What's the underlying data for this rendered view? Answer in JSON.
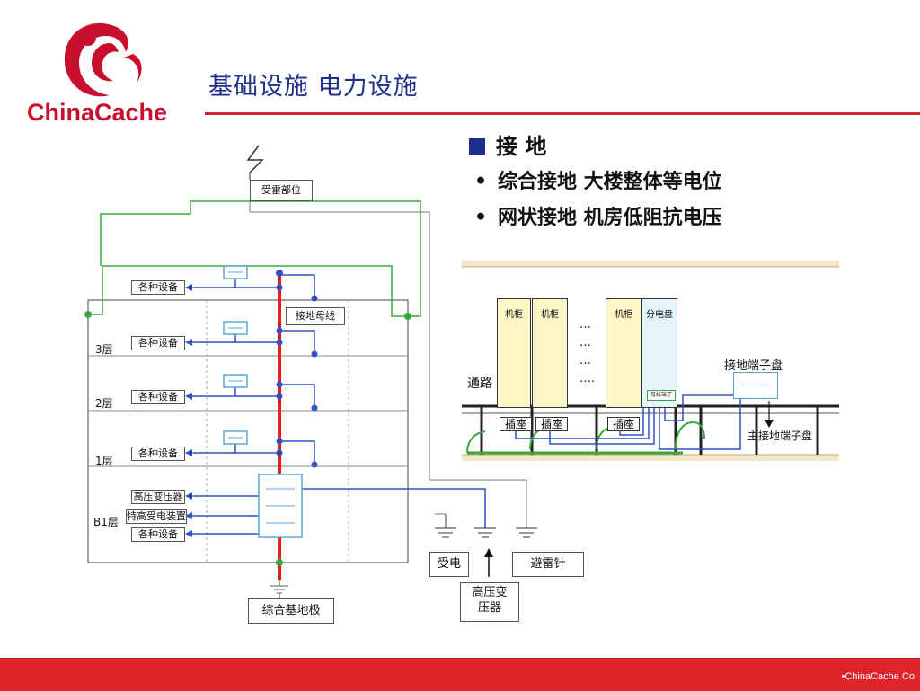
{
  "header": {
    "logo_text": "ChinaCache",
    "title": "基础设施 电力设施"
  },
  "bullets": {
    "heading": "接 地",
    "items": [
      {
        "marker": "•",
        "text": "综合接地 大楼整体等电位"
      },
      {
        "marker": "•",
        "text": "网状接地 机房低阻抗电压"
      }
    ]
  },
  "left_diagram": {
    "lightning_label": "受雷部位",
    "busbar_label": "接地母线",
    "equipment_label": "各种设备",
    "floors": [
      "3层",
      "2层",
      "1层",
      "B1层"
    ],
    "b1_devices": [
      "高压变压器",
      "特高受电装置",
      "各种设备"
    ],
    "ground_electrode": "综合基地极",
    "receive_label": "受电",
    "lightning_rod": "避雷针",
    "hv_transformer": "高压变\n压器"
  },
  "right_diagram": {
    "corridor": "通路",
    "cabinets": [
      "机柜",
      "机柜",
      "机柜"
    ],
    "distribution": "分电盘",
    "ellipsis": [
      "…",
      "…",
      "…",
      "…."
    ],
    "terminal_block": "接地端子盘",
    "main_terminal": "主接地端子盘",
    "sockets": [
      "插座",
      "插座",
      "插座"
    ],
    "small_bar": "母线端子"
  },
  "footer": {
    "text": "•ChinaCache Co"
  },
  "colors": {
    "title": "#1f2e8c",
    "accent_red": "#d3242c",
    "ground_green": "#3aa83a",
    "wire_blue": "#2f52c8",
    "busbar_red": "#e41c1c"
  }
}
